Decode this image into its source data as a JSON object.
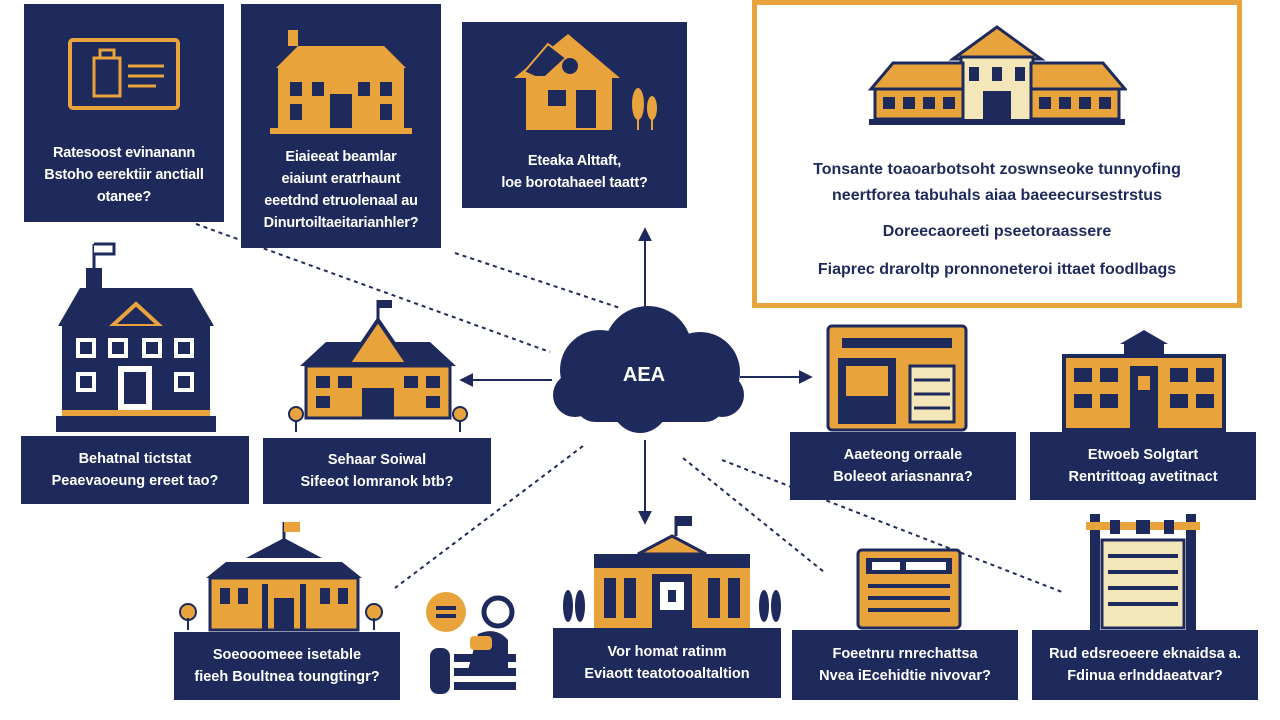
{
  "hub": {
    "label": "AEA"
  },
  "info_box": {
    "lines": [
      "Tonsante toaoarbotsoht zoswnseoke tunnyofing",
      "neertforea tabuhals aiaa baeeecursestrstus",
      "Doreecaoreeti pseetoraassere",
      "Fiaprec draroltp pronnoneteroi ittaet foodlbags"
    ]
  },
  "cards": [
    {
      "id": "c1",
      "lines": [
        "Ratesoost evinanann",
        "Bstoho eerektiir anctiall",
        "otanee?"
      ]
    },
    {
      "id": "c2",
      "lines": [
        "Eiaieeat beamlar",
        "eiaiunt eratrhaunt",
        "eeetdnd etruolenaal au",
        "Dinurtoiltaeitarianhler?"
      ]
    },
    {
      "id": "c3",
      "lines": [
        "Eteaka Alttaft,",
        "loe borotahaeel taatt?"
      ]
    },
    {
      "id": "c4",
      "lines": [
        "Behatnal tictstat",
        "Peaevaoeung ereet tao?"
      ]
    },
    {
      "id": "c5",
      "lines": [
        "Sehaar Soiwal",
        "Sifeeot lomranok btb?"
      ]
    },
    {
      "id": "c6",
      "lines": [
        "Aaeteong orraale",
        "Boleeot ariasnanra?"
      ]
    },
    {
      "id": "c7",
      "lines": [
        "Etwoeb Solgtart",
        "Rentrittoag avetitnact"
      ]
    },
    {
      "id": "c8",
      "lines": [
        "Soeooomeee isetable",
        "fieeh Boultnea toungtingr?"
      ]
    },
    {
      "id": "c9",
      "lines": [
        "Vor homat ratinm",
        "Eviaott teatotooaltaltion"
      ]
    },
    {
      "id": "c10",
      "lines": [
        "Foeetnru rnrechattsa",
        "Nvea iEcehidtie nivovar?"
      ]
    },
    {
      "id": "c11",
      "lines": [
        "Rud edsreoeere eknaidsa a.",
        "Fdinua erlnddaeatvar?"
      ]
    }
  ],
  "colors": {
    "navy": "#1f2a5c",
    "gold": "#e8a33d",
    "cream": "#f3e6b8",
    "white": "#ffffff"
  }
}
